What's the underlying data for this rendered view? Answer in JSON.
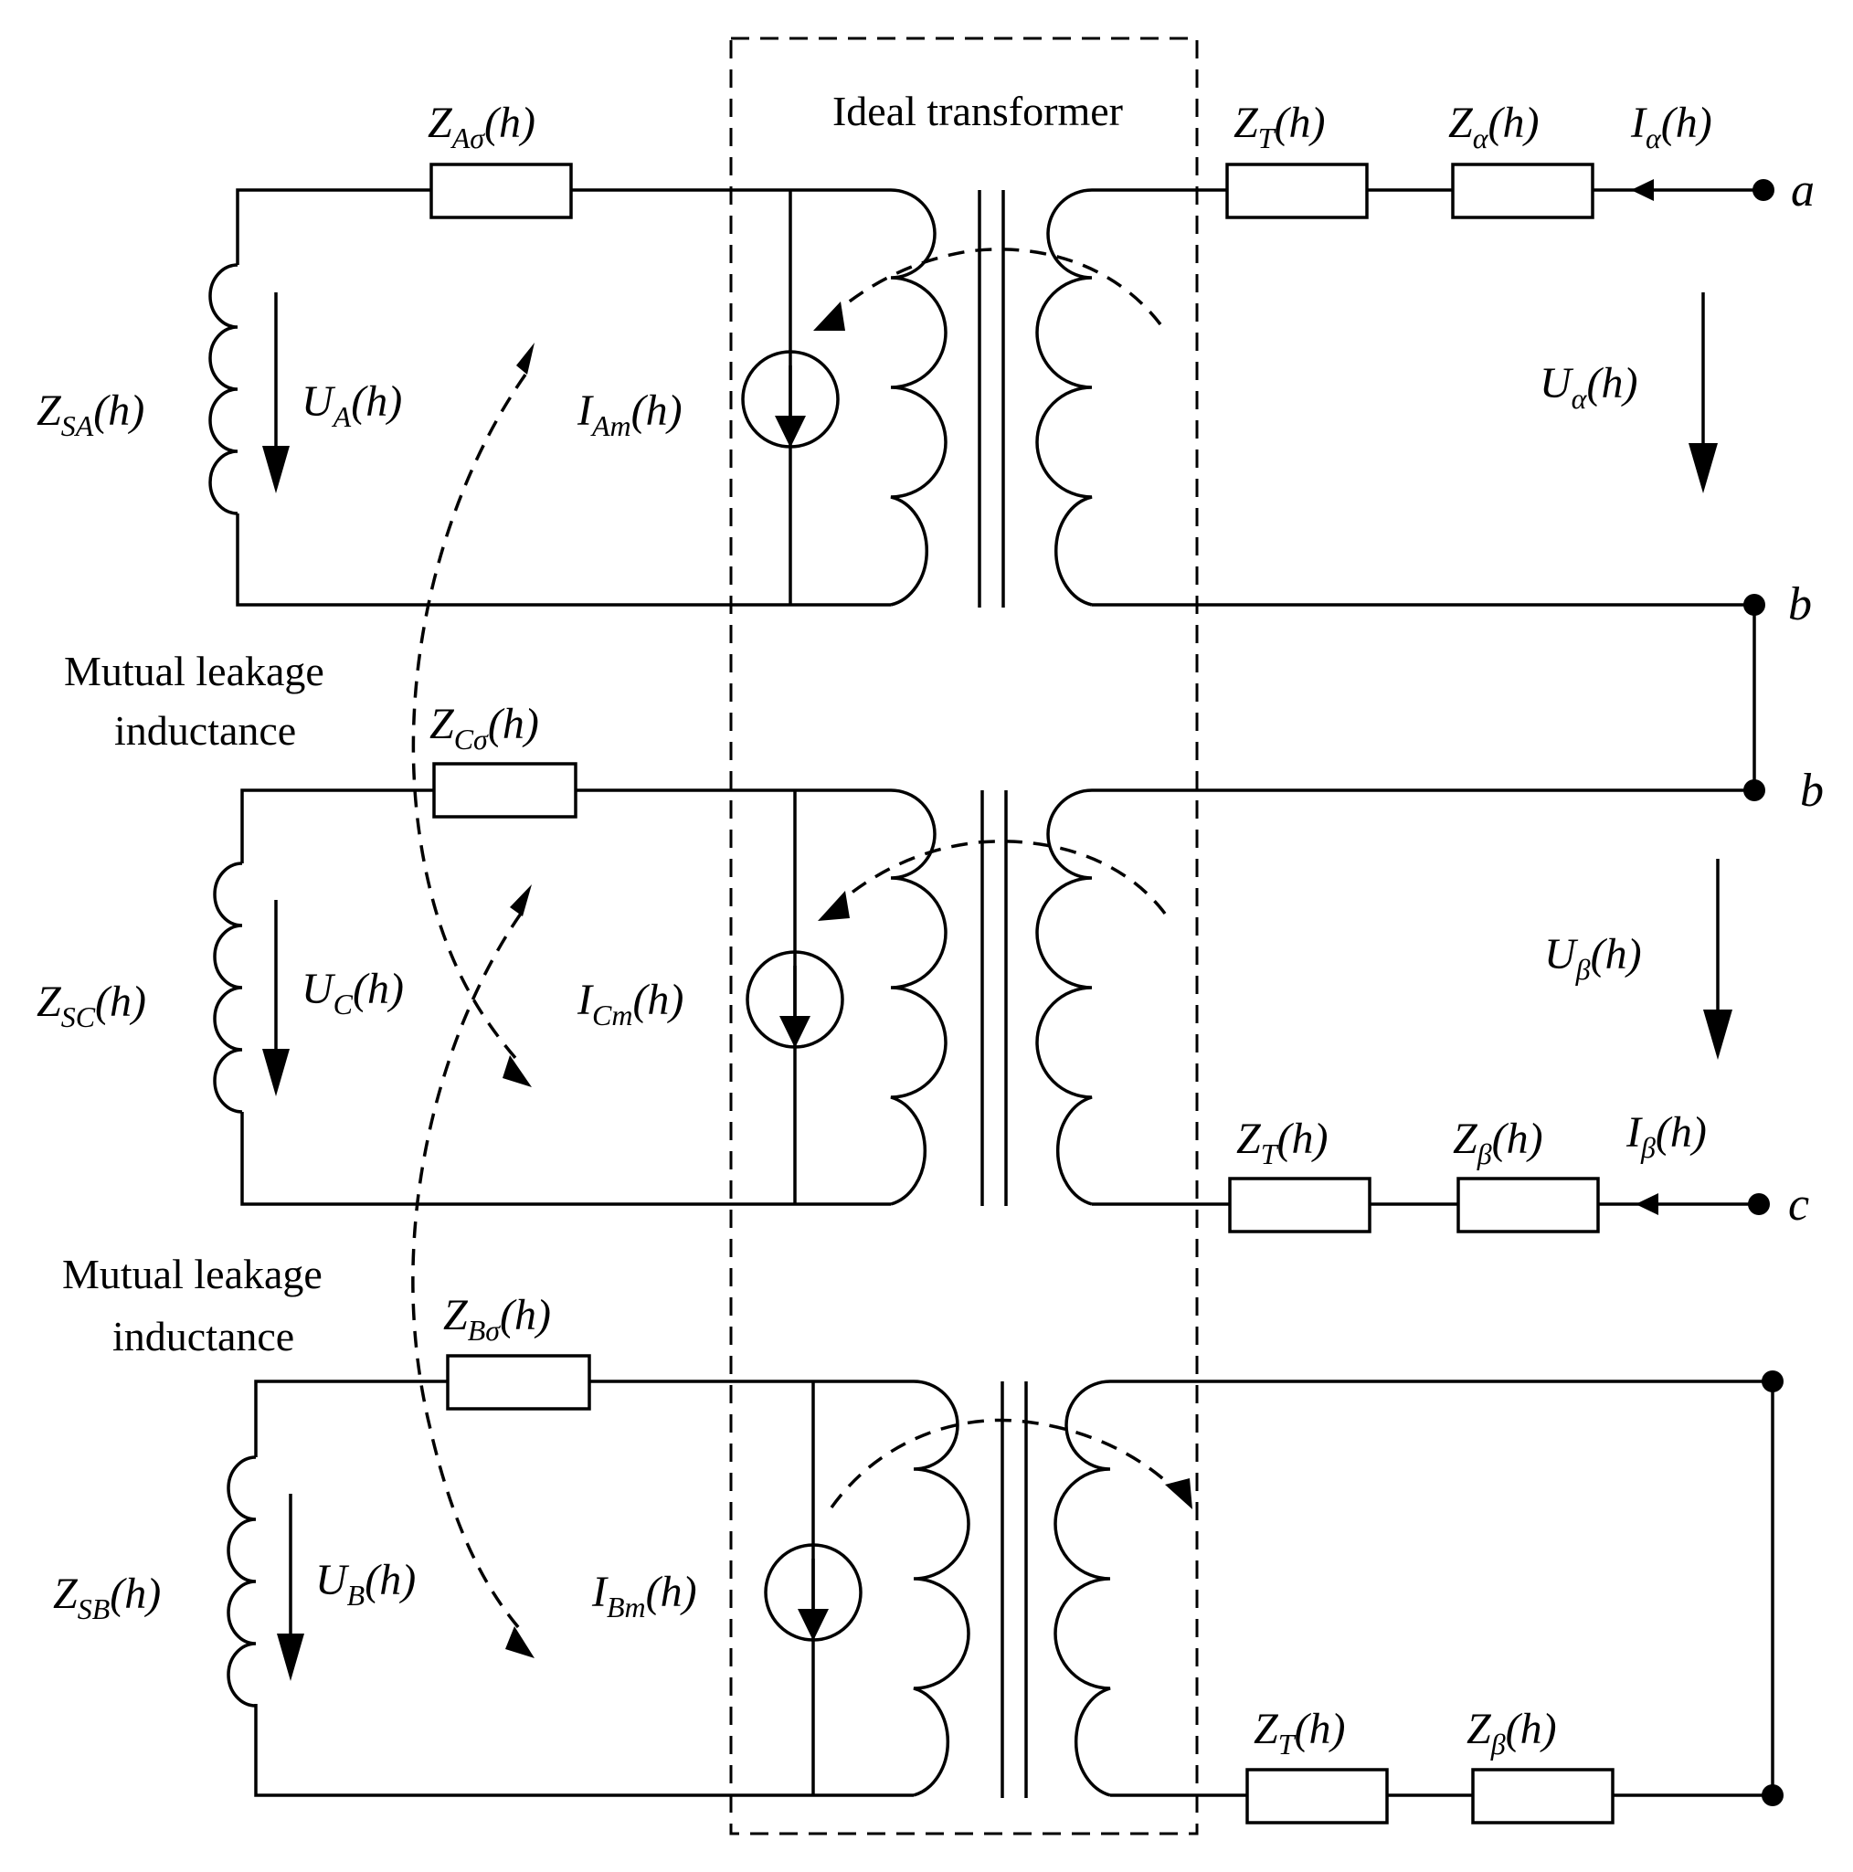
{
  "labels": {
    "ideal_transformer": "Ideal transformer",
    "mutual_leakage_1a": "Mutual leakage",
    "mutual_leakage_1b": "inductance",
    "mutual_leakage_2a": "Mutual leakage",
    "mutual_leakage_2b": "inductance",
    "node_a": "a",
    "node_b1": "b",
    "node_b2": "b",
    "node_c": "c"
  },
  "components": {
    "z_a_sigma": {
      "main": "Z",
      "sub": "Aσ",
      "arg": "(h)"
    },
    "z_c_sigma": {
      "main": "Z",
      "sub": "Cσ",
      "arg": "(h)"
    },
    "z_b_sigma": {
      "main": "Z",
      "sub": "Bσ",
      "arg": "(h)"
    },
    "z_sa": {
      "main": "Z",
      "sub": "SA",
      "arg": "(h)"
    },
    "z_sc": {
      "main": "Z",
      "sub": "SC",
      "arg": "(h)"
    },
    "z_sb": {
      "main": "Z",
      "sub": "SB",
      "arg": "(h)"
    },
    "u_a": {
      "main": "U",
      "sub": "A",
      "arg": "(h)"
    },
    "u_c": {
      "main": "U",
      "sub": "C",
      "arg": "(h)"
    },
    "u_b": {
      "main": "U",
      "sub": "B",
      "arg": "(h)"
    },
    "i_am": {
      "main": "I",
      "sub": "Am",
      "arg": "(h)"
    },
    "i_cm": {
      "main": "I",
      "sub": "Cm",
      "arg": "(h)"
    },
    "i_bm": {
      "main": "I",
      "sub": "Bm",
      "arg": "(h)"
    },
    "z_t_1": {
      "main": "Z",
      "sub": "T",
      "arg": "(h)"
    },
    "z_t_2": {
      "main": "Z",
      "sub": "T",
      "arg": "(h)"
    },
    "z_t_3": {
      "main": "Z",
      "sub": "T",
      "arg": "(h)"
    },
    "z_alpha": {
      "main": "Z",
      "sub": "α",
      "arg": "(h)"
    },
    "z_beta_1": {
      "main": "Z",
      "sub": "β",
      "arg": "(h)"
    },
    "z_beta_2": {
      "main": "Z",
      "sub": "β",
      "arg": "(h)"
    },
    "i_alpha": {
      "main": "I",
      "sub": "α",
      "arg": "(h)"
    },
    "i_beta": {
      "main": "I",
      "sub": "β",
      "arg": "(h)"
    },
    "u_alpha": {
      "main": "U",
      "sub": "α",
      "arg": "(h)"
    },
    "u_beta": {
      "main": "U",
      "sub": "β",
      "arg": "(h)"
    }
  }
}
